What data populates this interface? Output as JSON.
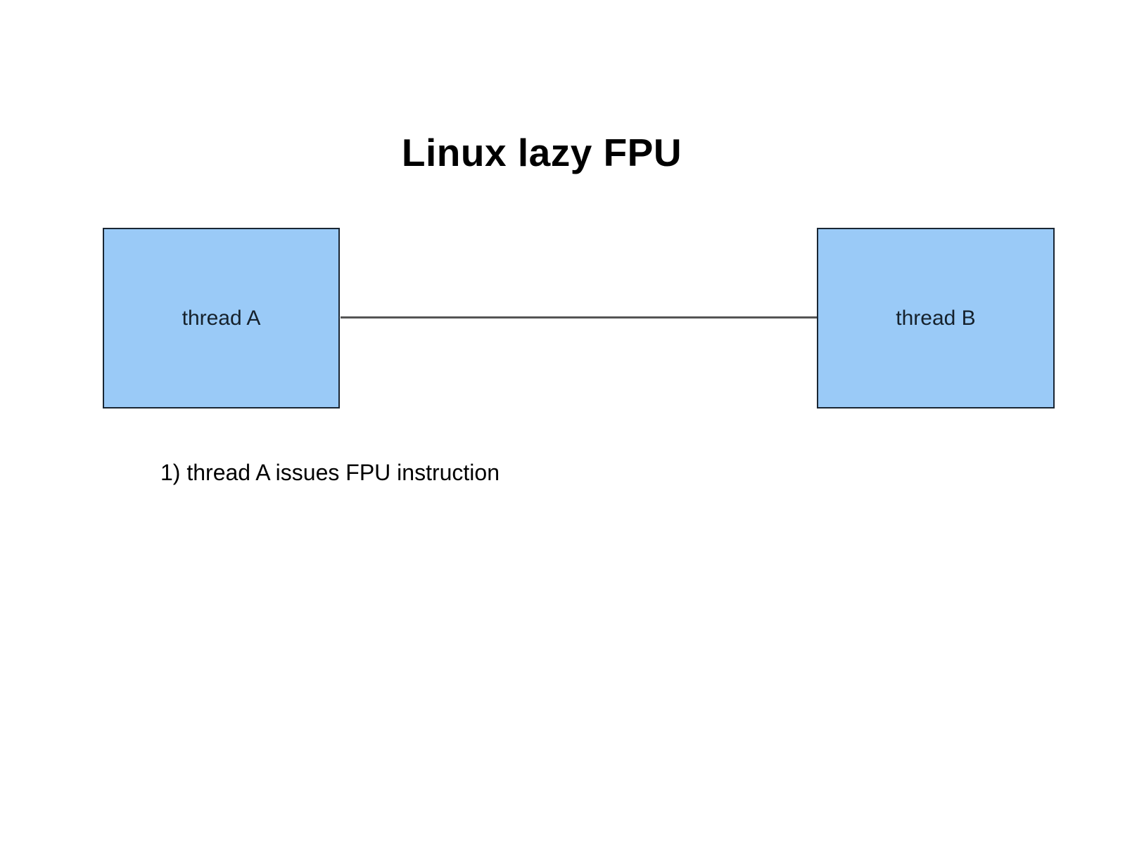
{
  "slide": {
    "title": "Linux lazy FPU",
    "caption": "1) thread A issues FPU instruction"
  },
  "nodes": [
    {
      "id": "thread-a",
      "label": "thread A"
    },
    {
      "id": "thread-b",
      "label": "thread B"
    }
  ],
  "connector": {
    "from": "thread-a",
    "to": "thread-b",
    "style": "plain-line"
  },
  "colors": {
    "background": "#ffffff",
    "node_fill": "#9acaf7",
    "node_border": "#1a2633",
    "node_text": "#15212c",
    "connector_line": "#555555",
    "title_text": "#000000",
    "caption_text": "#000000"
  }
}
